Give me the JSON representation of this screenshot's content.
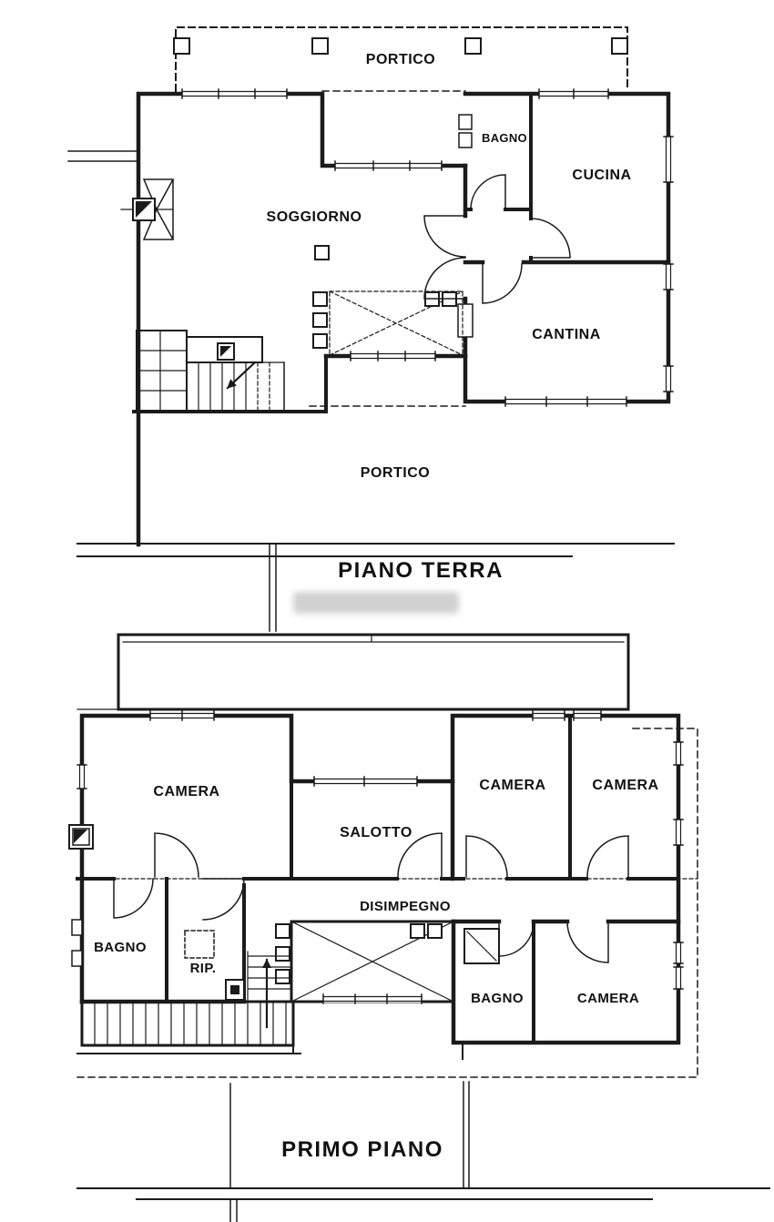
{
  "colors": {
    "ink": "#1b1b1b",
    "paper": "#ffffff",
    "watermark": "#b9b9b9"
  },
  "floors": [
    {
      "title": "PIANO TERRA",
      "rooms": {
        "portico_top": "PORTICO",
        "bagno": "BAGNO",
        "cucina": "CUCINA",
        "soggiorno": "SOGGIORNO",
        "cantina": "CANTINA",
        "portico_bottom": "PORTICO"
      }
    },
    {
      "title": "PRIMO PIANO",
      "rooms": {
        "camera_left": "CAMERA",
        "salotto": "SALOTTO",
        "camera_mid": "CAMERA",
        "camera_right": "CAMERA",
        "disimpegno": "DISIMPEGNO",
        "bagno_left": "BAGNO",
        "rip": "RIP.",
        "bagno_right": "BAGNO",
        "camera_bottom": "CAMERA"
      }
    }
  ]
}
